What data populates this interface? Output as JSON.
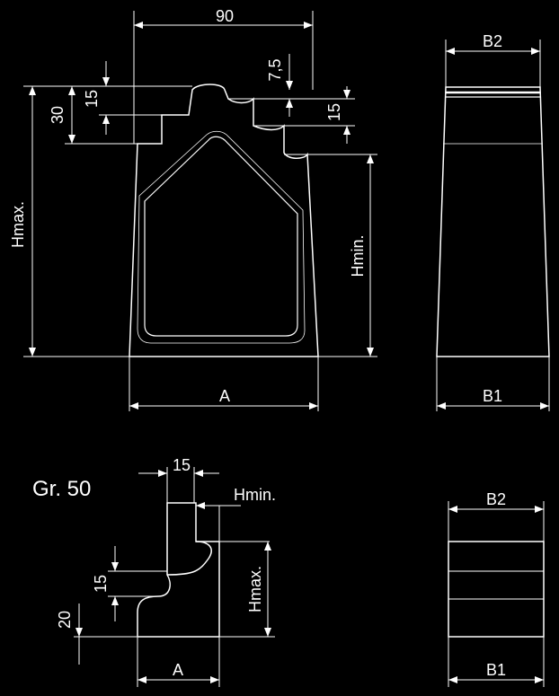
{
  "drawing": {
    "main_view": {
      "dim_width_top": "90",
      "dim_step_small": "7,5",
      "dim_step_left": "15",
      "dim_step_right": "15",
      "dim_height_left": "30",
      "dim_hmax": "Hmax.",
      "dim_hmin": "Hmin.",
      "dim_base": "A"
    },
    "side_view": {
      "dim_top": "B2",
      "dim_bottom": "B1"
    },
    "detail_view": {
      "title": "Gr. 50",
      "dim_top": "15",
      "dim_hmin": "Hmin.",
      "dim_step": "15",
      "dim_bottom_height": "20",
      "dim_hmax": "Hmax.",
      "dim_base": "A"
    },
    "small_side_view": {
      "dim_top": "B2",
      "dim_bottom": "B1"
    }
  },
  "colors": {
    "background": "#000000",
    "lines": "#ffffff"
  }
}
